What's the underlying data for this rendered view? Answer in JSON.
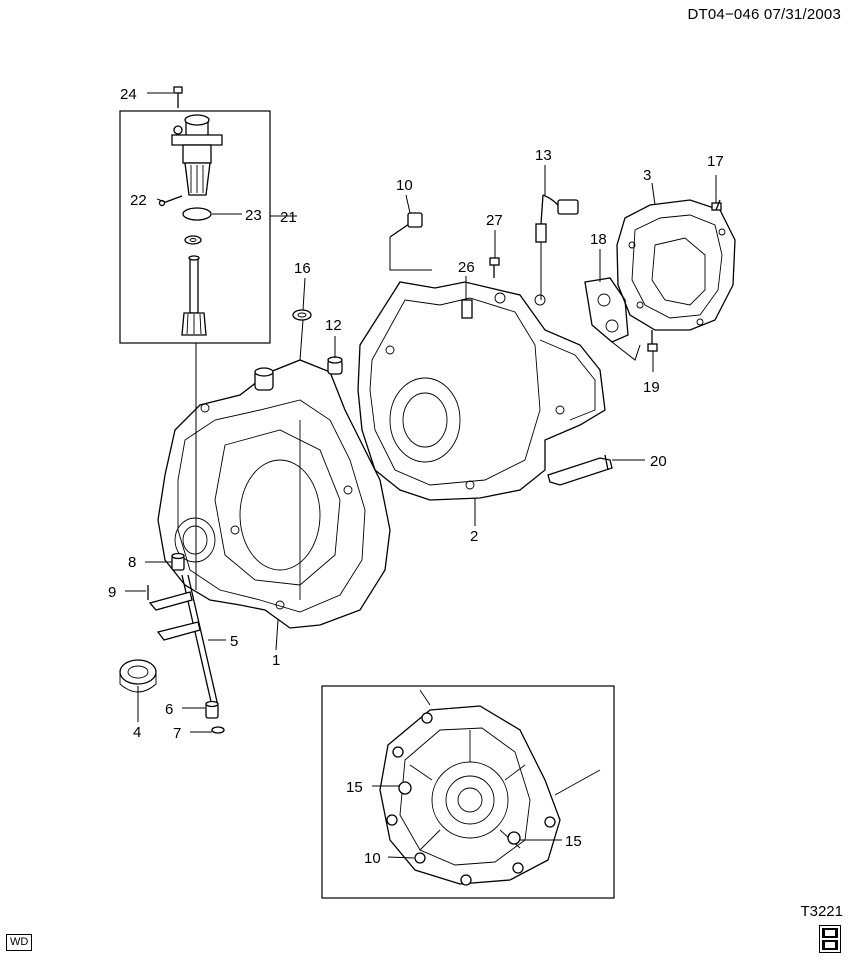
{
  "header": {
    "code": "DT04−046  07/31/2003"
  },
  "footer": {
    "figure_code": "T3221",
    "wd_label": "WD",
    "gm_badge_top": "GM",
    "gm_badge_bottom": "Spo"
  },
  "callouts": {
    "c1": "1",
    "c2": "2",
    "c3": "3",
    "c4": "4",
    "c5": "5",
    "c6": "6",
    "c7": "7",
    "c8": "8",
    "c9": "9",
    "c10": "10",
    "c10b": "10",
    "c12": "12",
    "c13": "13",
    "c15a": "15",
    "c15b": "15",
    "c16": "16",
    "c17": "17",
    "c18": "18",
    "c19": "19",
    "c20": "20",
    "c21": "21",
    "c22": "22",
    "c23": "23",
    "c24": "24",
    "c26": "26",
    "c27": "27"
  }
}
